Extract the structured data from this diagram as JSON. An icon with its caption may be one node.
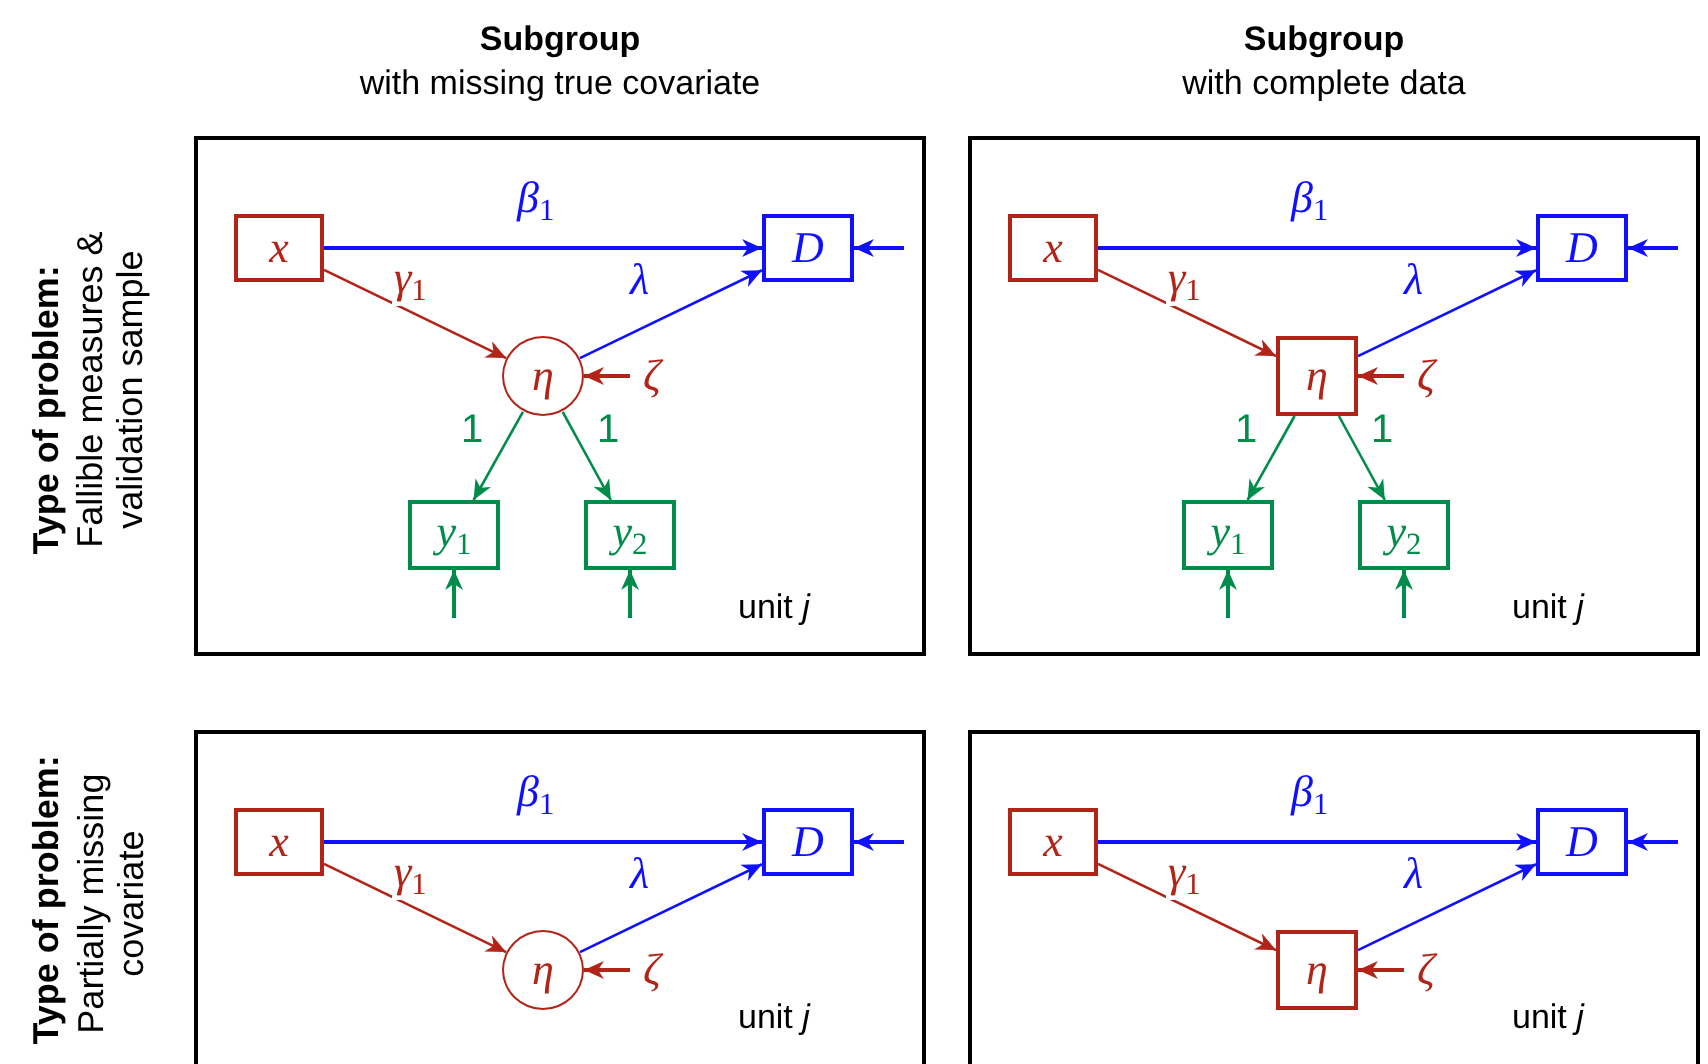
{
  "diagram": {
    "nodes": [
      {
        "text": [
          "unit *j*"
        ]
      },
      {
        "text": [
          "x"
        ],
        "in": 0
      },
      {
        "text": [
          "D"
        ],
        "in": 0
      },
      {
        "text": [
          "η"
        ],
        "in": 0
      },
      {
        "text": [
          "ζ"
        ],
        "in": 0
      },
      {
        "text": [
          "*y*$_{1}$"
        ],
        "in": 0
      },
      {
        "text": [
          "*y*$_{2}$"
        ],
        "in": 0
      },
      {
        "text": [
          "unit *j*"
        ]
      },
      {
        "text": [
          "x"
        ],
        "in": 7
      },
      {
        "text": [
          "D"
        ],
        "in": 7
      },
      {
        "text": [
          "η"
        ],
        "in": 7
      },
      {
        "text": [
          "ζ"
        ],
        "in": 7
      },
      {
        "text": [
          "*y*$_{1}$"
        ],
        "in": 7
      },
      {
        "text": [
          "*y*$_{2}$"
        ],
        "in": 7
      },
      {
        "text": [
          "unit *j*"
        ]
      },
      {
        "text": [
          "x"
        ],
        "in": 14
      },
      {
        "text": [
          "D"
        ],
        "in": 14
      },
      {
        "text": [
          "η"
        ],
        "in": 14
      },
      {
        "text": [
          "ζ"
        ],
        "in": 14
      },
      {
        "text": [
          "unit *j*"
        ]
      },
      {
        "text": [
          "x"
        ],
        "in": 19
      },
      {
        "text": [
          "D"
        ],
        "in": 19
      },
      {
        "text": [
          "η"
        ],
        "in": 19
      },
      {
        "text": [
          "ζ"
        ],
        "in": 19
      }
    ],
    "edges": [
      {
        "from": 1,
        "to": 2,
        "arrow": "to",
        "label": "*β*$_{1}$"
      },
      {
        "from": 1,
        "to": 3,
        "arrow": "to",
        "label": "*γ*$_{1}$",
        "color": "#b22418"
      },
      {
        "from": 3,
        "to": 2,
        "arrow": "to",
        "label": "*λ*"
      },
      {
        "from": null,
        "to": 2,
        "arrow": "to"
      },
      {
        "from": 4,
        "to": 3,
        "arrow": "to",
        "color": "#b22418"
      },
      {
        "from": 3,
        "to": 5,
        "arrow": "to",
        "label": "1",
        "color": "#008c4a"
      },
      {
        "from": 3,
        "to": 6,
        "arrow": "to",
        "label": "1",
        "color": "#008c4a"
      },
      {
        "from": null,
        "to": 5,
        "arrow": "to",
        "color": "#008c4a"
      },
      {
        "from": null,
        "to": 6,
        "arrow": "to",
        "color": "#008c4a"
      },
      {
        "from": 8,
        "to": 9,
        "arrow": "to",
        "label": "*β*$_{1}$"
      },
      {
        "from": 8,
        "to": 10,
        "arrow": "to",
        "label": "*γ*$_{1}$",
        "color": "#b22418"
      },
      {
        "from": 10,
        "to": 9,
        "arrow": "to",
        "label": "*λ*"
      },
      {
        "from": null,
        "to": 9,
        "arrow": "to"
      },
      {
        "from": 11,
        "to": 10,
        "arrow": "to",
        "color": "#b22418"
      },
      {
        "from": 10,
        "to": 12,
        "arrow": "to",
        "label": "1",
        "color": "#008c4a"
      },
      {
        "from": 10,
        "to": 13,
        "arrow": "to",
        "label": "1",
        "color": "#008c4a"
      },
      {
        "from": null,
        "to": 12,
        "arrow": "to",
        "color": "#008c4a"
      },
      {
        "from": null,
        "to": 13,
        "arrow": "to",
        "color": "#008c4a"
      },
      {
        "from": 15,
        "to": 16,
        "arrow": "to",
        "label": "*β*$_{1}$"
      },
      {
        "from": 15,
        "to": 17,
        "arrow": "to",
        "label": "*γ*$_{1}$",
        "color": "#b22418"
      },
      {
        "from": 17,
        "to": 16,
        "arrow": "to",
        "label": "*λ*"
      },
      {
        "from": null,
        "to": 16,
        "arrow": "to"
      },
      {
        "from": 18,
        "to": 17,
        "arrow": "to",
        "color": "#b22418"
      },
      {
        "from": 20,
        "to": 21,
        "arrow": "to",
        "label": "*β*$_{1}$"
      },
      {
        "from": 20,
        "to": 22,
        "arrow": "to",
        "label": "*γ*$_{1}$",
        "color": "#b22418"
      },
      {
        "from": 22,
        "to": 21,
        "arrow": "to",
        "label": "*λ*"
      },
      {
        "from": null,
        "to": 21,
        "arrow": "to"
      },
      {
        "from": 23,
        "to": 22,
        "arrow": "to",
        "color": "#b22418"
      }
    ],
    "labels": [
      "Subgroup",
      "with missing true covariate",
      "Subgroup",
      "with complete data",
      "Type of problem:",
      "Fallible measures & validation sample",
      "Type of problem:",
      "Partially missing covariate"
    ]
  }
}
